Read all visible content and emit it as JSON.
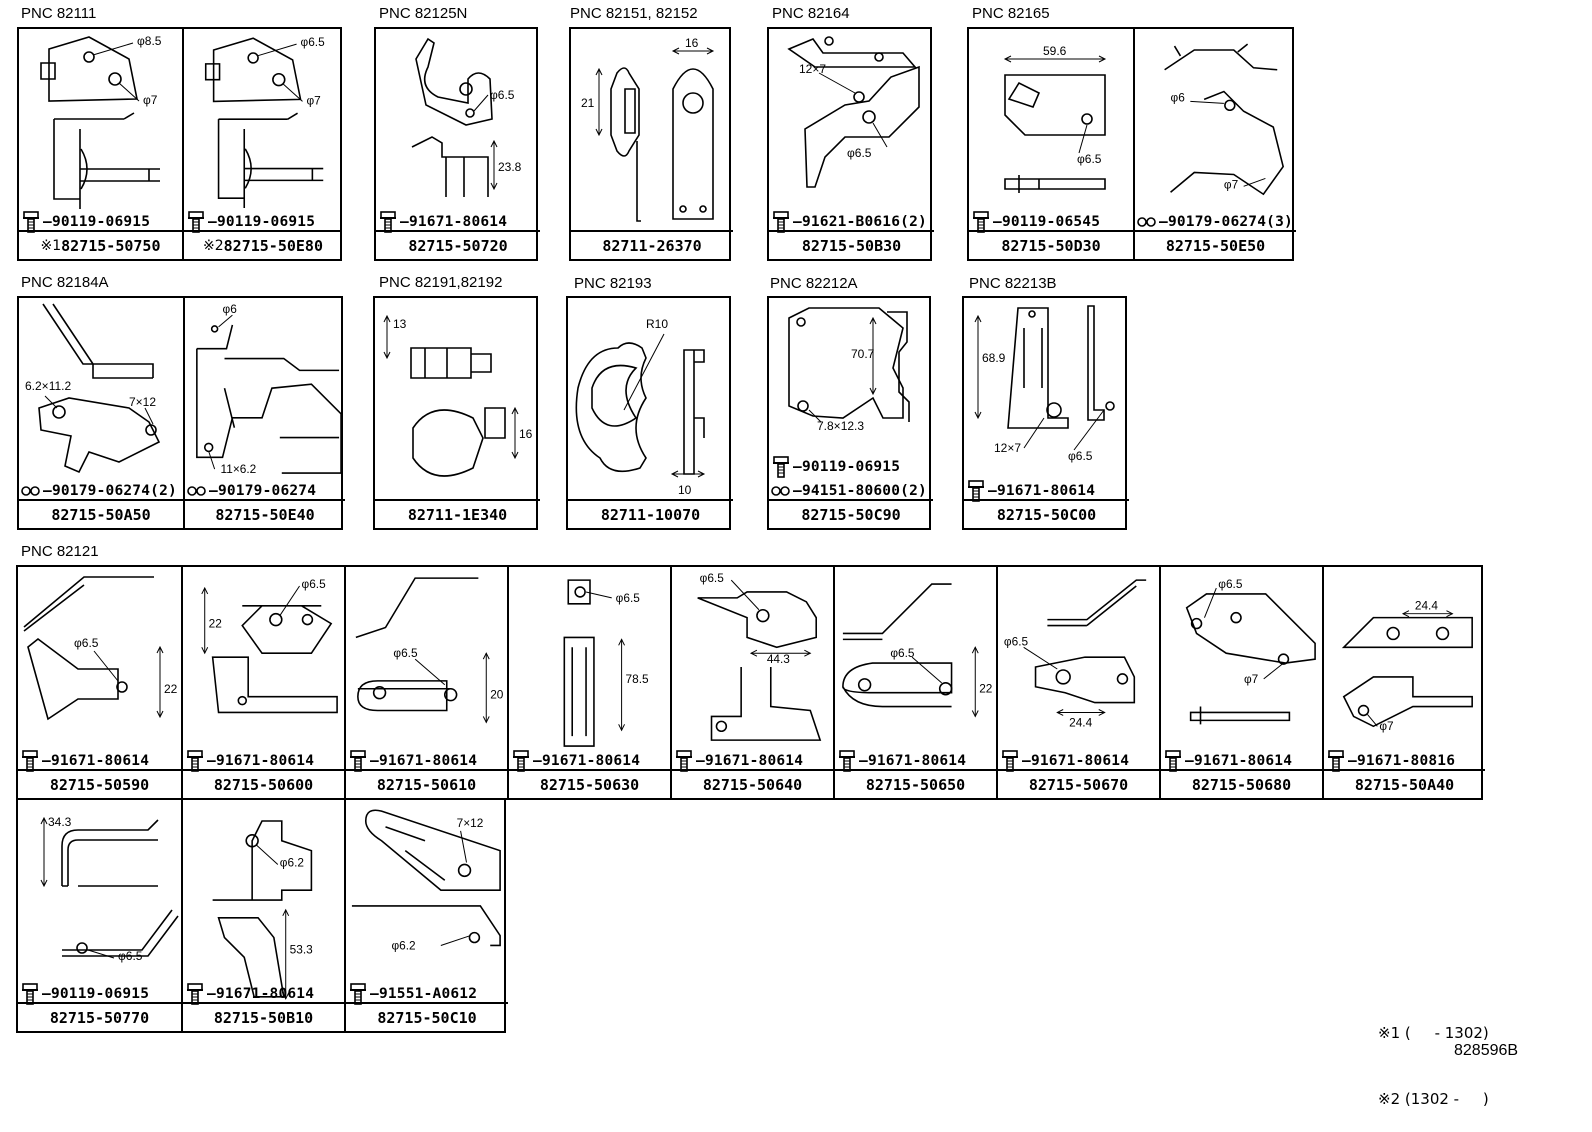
{
  "groups": [
    {
      "pnc": "PNC 82111",
      "cells": [
        {
          "part": "82715-50750",
          "prefix": "※1",
          "dims": [
            "φ8.5",
            "φ7"
          ],
          "fasteners": [
            {
              "kind": "bolt",
              "number": "90119-06915"
            }
          ]
        },
        {
          "part": "82715-50E80",
          "prefix": "※2",
          "dims": [
            "φ6.5",
            "φ7"
          ],
          "fasteners": [
            {
              "kind": "bolt",
              "number": "90119-06915"
            }
          ]
        }
      ]
    },
    {
      "pnc": "PNC 82125N",
      "cells": [
        {
          "part": "82715-50720",
          "dims": [
            "φ6.5",
            "23.8"
          ],
          "fasteners": [
            {
              "kind": "bolt",
              "number": "91671-80614"
            }
          ]
        }
      ]
    },
    {
      "pnc": "PNC 82151, 82152",
      "cells": [
        {
          "part": "82711-26370",
          "dims": [
            "21",
            "16"
          ],
          "fasteners": []
        }
      ]
    },
    {
      "pnc": "PNC 82164",
      "cells": [
        {
          "part": "82715-50B30",
          "dims": [
            "12×7",
            "φ6.5"
          ],
          "fasteners": [
            {
              "kind": "bolt",
              "number": "91621-B0616(2)"
            }
          ]
        }
      ]
    },
    {
      "pnc": "PNC 82165",
      "cells": [
        {
          "part": "82715-50D30",
          "dims": [
            "59.6",
            "φ6.5"
          ],
          "fasteners": [
            {
              "kind": "bolt",
              "number": "90119-06545"
            }
          ]
        },
        {
          "part": "82715-50E50",
          "dims": [
            "φ6",
            "φ7"
          ],
          "fasteners": [
            {
              "kind": "clip",
              "number": "90179-06274(3)"
            }
          ]
        }
      ]
    },
    {
      "pnc": "PNC 82184A",
      "cells": [
        {
          "part": "82715-50A50",
          "dims": [
            "6.2×11.2",
            "7×12"
          ],
          "fasteners": [
            {
              "kind": "clip",
              "number": "90179-06274(2)"
            }
          ]
        },
        {
          "part": "82715-50E40",
          "dims": [
            "φ6",
            "11×6.2"
          ],
          "fasteners": [
            {
              "kind": "clip",
              "number": "90179-06274"
            }
          ]
        }
      ]
    },
    {
      "pnc": "PNC 82191,82192",
      "cells": [
        {
          "part": "82711-1E340",
          "dims": [
            "13",
            "16"
          ],
          "fasteners": []
        }
      ]
    },
    {
      "pnc": "PNC 82193",
      "cells": [
        {
          "part": "82711-10070",
          "dims": [
            "R10",
            "10"
          ],
          "fasteners": []
        }
      ]
    },
    {
      "pnc": "PNC 82212A",
      "cells": [
        {
          "part": "82715-50C90",
          "dims": [
            "70.7",
            "7.8×12.3"
          ],
          "fasteners": [
            {
              "kind": "bolt",
              "number": "90119-06915"
            },
            {
              "kind": "clip",
              "number": "94151-80600(2)"
            }
          ]
        }
      ]
    },
    {
      "pnc": "PNC 82213B",
      "cells": [
        {
          "part": "82715-50C00",
          "dims": [
            "68.9",
            "12×7",
            "φ6.5"
          ],
          "fasteners": [
            {
              "kind": "bolt",
              "number": "91671-80614"
            }
          ]
        }
      ]
    },
    {
      "pnc": "PNC 82121",
      "cells": [
        {
          "part": "82715-50590",
          "dims": [
            "φ6.5",
            "22"
          ],
          "fasteners": [
            {
              "kind": "bolt",
              "number": "91671-80614"
            }
          ]
        },
        {
          "part": "82715-50600",
          "dims": [
            "22",
            "φ6.5"
          ],
          "fasteners": [
            {
              "kind": "bolt",
              "number": "91671-80614"
            }
          ]
        },
        {
          "part": "82715-50610",
          "dims": [
            "φ6.5",
            "20"
          ],
          "fasteners": [
            {
              "kind": "bolt",
              "number": "91671-80614"
            }
          ]
        },
        {
          "part": "82715-50630",
          "dims": [
            "φ6.5",
            "78.5"
          ],
          "fasteners": [
            {
              "kind": "bolt",
              "number": "91671-80614"
            }
          ]
        },
        {
          "part": "82715-50640",
          "dims": [
            "φ6.5",
            "44.3"
          ],
          "fasteners": [
            {
              "kind": "bolt",
              "number": "91671-80614"
            }
          ]
        },
        {
          "part": "82715-50650",
          "dims": [
            "φ6.5",
            "22"
          ],
          "fasteners": [
            {
              "kind": "bolt",
              "number": "91671-80614"
            }
          ]
        },
        {
          "part": "82715-50670",
          "dims": [
            "φ6.5",
            "24.4"
          ],
          "fasteners": [
            {
              "kind": "bolt",
              "number": "91671-80614"
            }
          ]
        },
        {
          "part": "82715-50680",
          "dims": [
            "φ6.5",
            "φ7"
          ],
          "fasteners": [
            {
              "kind": "bolt",
              "number": "91671-80614"
            }
          ]
        },
        {
          "part": "82715-50A40",
          "dims": [
            "24.4",
            "φ7"
          ],
          "fasteners": [
            {
              "kind": "bolt",
              "number": "91671-80816"
            }
          ]
        },
        {
          "part": "82715-50770",
          "dims": [
            "34.3",
            "φ6.5"
          ],
          "fasteners": [
            {
              "kind": "bolt",
              "number": "90119-06915"
            }
          ]
        },
        {
          "part": "82715-50B10",
          "dims": [
            "φ6.2",
            "53.3"
          ],
          "fasteners": [
            {
              "kind": "bolt",
              "number": "91671-80614"
            }
          ]
        },
        {
          "part": "82715-50C10",
          "dims": [
            "7×12",
            "φ6.2"
          ],
          "fasteners": [
            {
              "kind": "bolt",
              "number": "91551-A0612"
            }
          ]
        }
      ]
    }
  ],
  "notes": [
    "※1 (     - 1302)",
    "※2 (1302 -     )"
  ],
  "figure_id": "828596B"
}
